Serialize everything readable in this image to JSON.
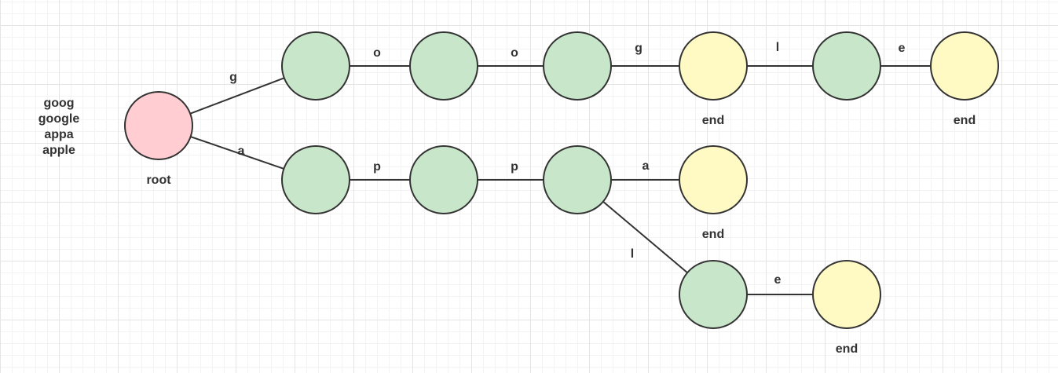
{
  "words": [
    "goog",
    "google",
    "appa",
    "apple"
  ],
  "colors": {
    "root": "#ffcdd2",
    "inner": "#c8e6c9",
    "end": "#fff9c4",
    "stroke": "#333333"
  },
  "nodes": [
    {
      "id": "root",
      "type": "root",
      "label": "root"
    },
    {
      "id": "g",
      "type": "inner",
      "label": ""
    },
    {
      "id": "go",
      "type": "inner",
      "label": ""
    },
    {
      "id": "goo",
      "type": "inner",
      "label": ""
    },
    {
      "id": "goog",
      "type": "end",
      "label": "end"
    },
    {
      "id": "googl",
      "type": "inner",
      "label": ""
    },
    {
      "id": "google",
      "type": "end",
      "label": "end"
    },
    {
      "id": "a",
      "type": "inner",
      "label": ""
    },
    {
      "id": "ap",
      "type": "inner",
      "label": ""
    },
    {
      "id": "app",
      "type": "inner",
      "label": ""
    },
    {
      "id": "appa",
      "type": "end",
      "label": "end"
    },
    {
      "id": "appl",
      "type": "inner",
      "label": ""
    },
    {
      "id": "apple",
      "type": "end",
      "label": "end"
    }
  ],
  "edges": [
    {
      "from": "root",
      "to": "g",
      "char": "g"
    },
    {
      "from": "g",
      "to": "go",
      "char": "o"
    },
    {
      "from": "go",
      "to": "goo",
      "char": "o"
    },
    {
      "from": "goo",
      "to": "goog",
      "char": "g"
    },
    {
      "from": "goog",
      "to": "googl",
      "char": "l"
    },
    {
      "from": "googl",
      "to": "google",
      "char": "e"
    },
    {
      "from": "root",
      "to": "a",
      "char": "a"
    },
    {
      "from": "a",
      "to": "ap",
      "char": "p"
    },
    {
      "from": "ap",
      "to": "app",
      "char": "p"
    },
    {
      "from": "app",
      "to": "appa",
      "char": "a"
    },
    {
      "from": "app",
      "to": "appl",
      "char": "l"
    },
    {
      "from": "appl",
      "to": "apple",
      "char": "e"
    }
  ]
}
